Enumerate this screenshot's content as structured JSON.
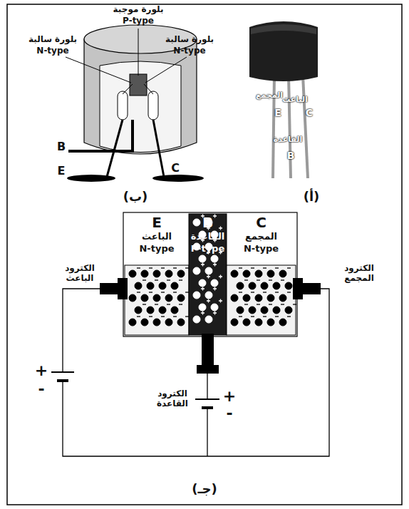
{
  "diagram": {
    "nodes": [
      {
        "text": [
          "E",
          "الباعث",
          "N-type"
        ]
      },
      {
        "text": [
          "B",
          "القاعدة",
          "P-type"
        ]
      },
      {
        "text": [
          "C",
          "المجمع",
          "N-type"
        ]
      }
    ],
    "labels": [
      "بلورة موجبة",
      "P-type",
      "بلورة سالبة",
      "N-type",
      "بلورة سالبة",
      "N-type",
      "B",
      "E",
      "C",
      "(ب)",
      "المجمع",
      "الباعث",
      "E",
      "C",
      "القاعدة",
      "B",
      "(أ)",
      "الكترود الباعث",
      "الكترود المجمع",
      "الكترود القاعدة",
      "+",
      "-",
      "+",
      "-",
      "(جـ)"
    ]
  }
}
